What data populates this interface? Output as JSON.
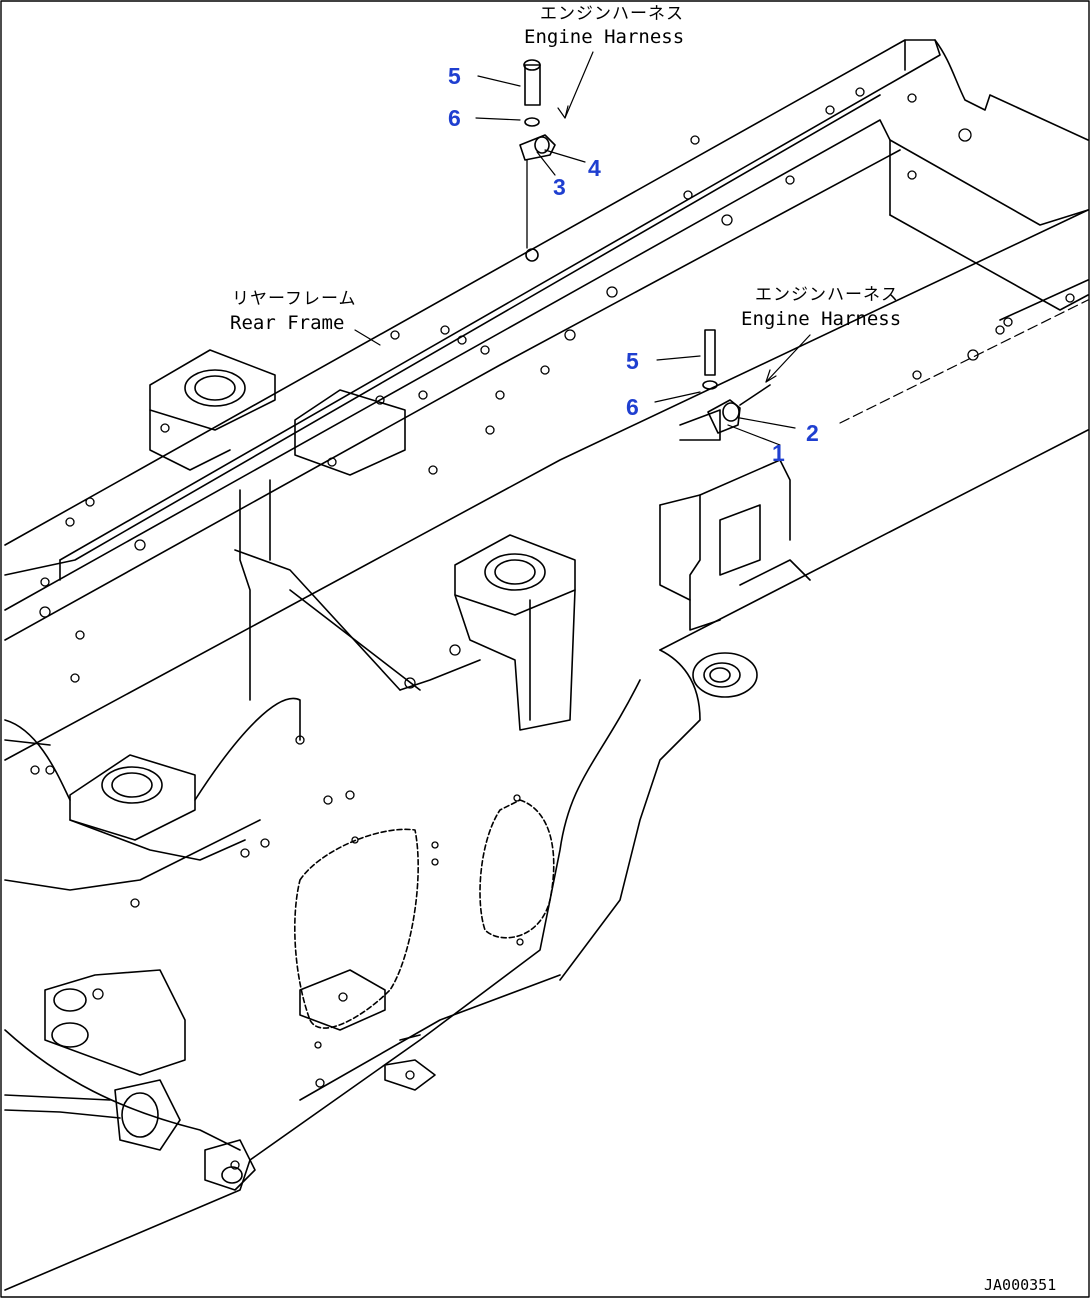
{
  "callouts": {
    "top": {
      "jp": "エンジンハーネス",
      "en": "Engine Harness"
    },
    "right": {
      "jp": "エンジンハーネス",
      "en": "Engine Harness"
    },
    "frame": {
      "jp": "リヤーフレーム",
      "en": "Rear Frame"
    }
  },
  "part_numbers": {
    "top": [
      "5",
      "6",
      "3",
      "4"
    ],
    "right": [
      "5",
      "6",
      "2",
      "1"
    ]
  },
  "doc_id": "JA000351",
  "colors": {
    "part_number": "#1f3fd0",
    "line": "#000000",
    "frame": "#000000"
  }
}
